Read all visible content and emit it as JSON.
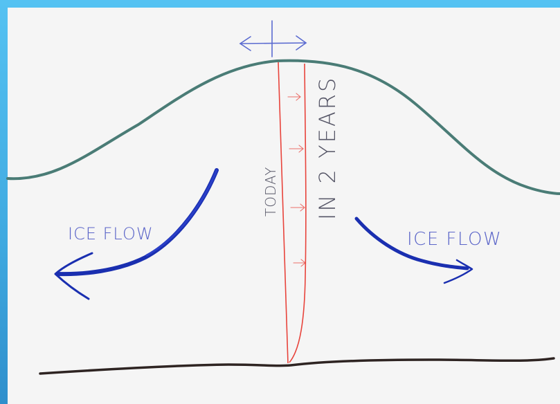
{
  "labels": {
    "ice_flow_left": "ICE FLOW",
    "ice_flow_right": "ICE FLOW",
    "today": "TODAY",
    "in_2_years": "IN 2 YEARS"
  },
  "colors": {
    "frame": "#4db8ea",
    "background": "#f5f5f5",
    "ice_surface": "#4a7c76",
    "bedrock": "#2e2422",
    "stake": "#e8433b",
    "flow_arrow": "#1a2fb0",
    "label_blue": "#5a64c8",
    "label_gray": "#555566",
    "divide_arrow": "#5a6ad0"
  }
}
